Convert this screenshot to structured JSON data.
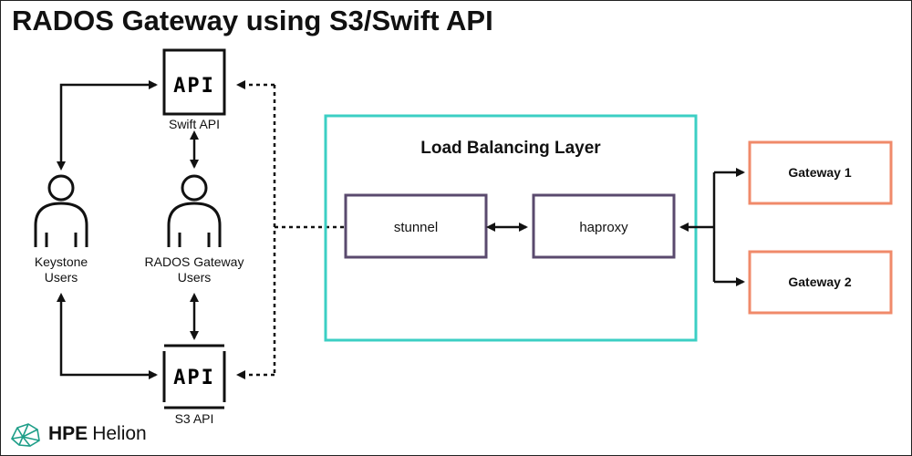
{
  "title": "RADOS Gateway using S3/Swift API",
  "nodes": {
    "swift_api": {
      "icon_text": "API",
      "label": "Swift API"
    },
    "s3_api": {
      "icon_text": "API",
      "label": "S3 API"
    },
    "keystone_users": {
      "label_line1": "Keystone",
      "label_line2": "Users"
    },
    "rados_users": {
      "label_line1": "RADOS Gateway",
      "label_line2": "Users"
    },
    "load_balancing_layer": {
      "label": "Load Balancing Layer"
    },
    "stunnel": {
      "label": "stunnel"
    },
    "haproxy": {
      "label": "haproxy"
    },
    "gateway1": {
      "label": "Gateway 1"
    },
    "gateway2": {
      "label": "Gateway 2"
    }
  },
  "footer": {
    "brand_strong": "HPE",
    "brand_light": "Helion"
  },
  "colors": {
    "load_balancer_border": "#3CCFC4",
    "component_border": "#5A4A6E",
    "gateway_border": "#F08A6A",
    "logo": "#1E9E88"
  }
}
